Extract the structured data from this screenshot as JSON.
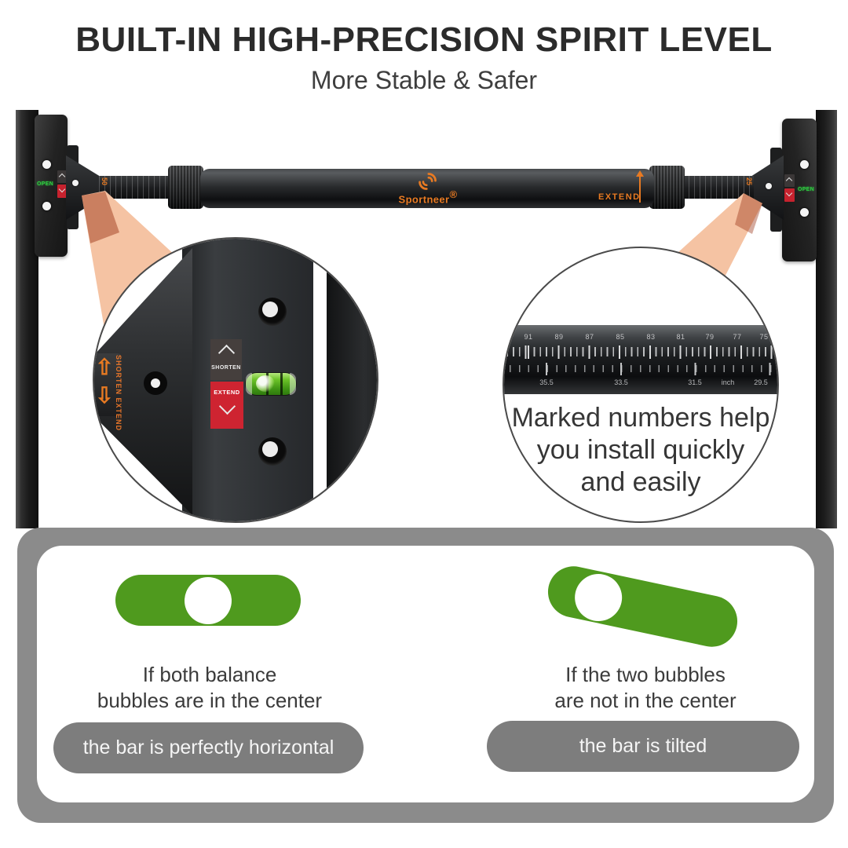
{
  "header": {
    "title": "BUILT-IN HIGH-PRECISION SPIRIT LEVEL",
    "subtitle": "More Stable & Safer"
  },
  "bar": {
    "brand": "Sportneer",
    "brand_mark": "®",
    "extend_label": "EXTEND",
    "open_label": "OPEN",
    "left_rod_marking": "50",
    "right_rod_marking": "25"
  },
  "left_detail": {
    "shorten_label": "SHORTEN",
    "extend_label": "EXTEND",
    "stub_label": "SHORTEN EXTEND",
    "up_arrow": "⇧",
    "down_arrow": "⇩"
  },
  "right_detail": {
    "caption_lines": [
      "Marked numbers help",
      "you install quickly",
      "and easily"
    ],
    "ruler_cm": [
      "91",
      "89",
      "87",
      "85",
      "83",
      "81",
      "79",
      "77",
      "75"
    ],
    "ruler_inch": [
      "35.5",
      "33.5",
      "31.5",
      "inch",
      "29.5"
    ]
  },
  "panel": {
    "left": {
      "condition_line1": "If both balance",
      "condition_line2": "bubbles are in the center",
      "result": "the bar is perfectly horizontal"
    },
    "right": {
      "condition_line1": "If the two bubbles",
      "condition_line2": "are not in the center",
      "result": "the bar is tilted"
    }
  },
  "colors": {
    "accent_orange": "#E87A22",
    "level_green": "#4F9A1E",
    "alert_red": "#CE2431",
    "panel_gray": "#8B8B8B",
    "pill_gray": "#7D7D7D",
    "salmon_highlight": "#F5C3A3"
  }
}
